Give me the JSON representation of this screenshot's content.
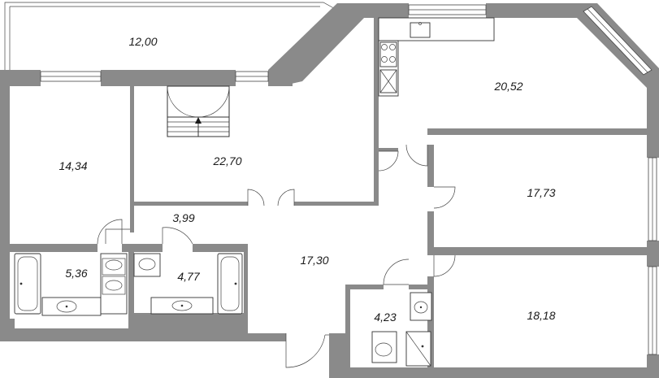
{
  "rooms": {
    "balcony": "12,00",
    "living": "22,70",
    "kitchen": "20,52",
    "bedroom_left": "14,34",
    "bedroom_right_top": "17,73",
    "bedroom_right_bottom": "18,18",
    "hall": "17,30",
    "corridor": "3,99",
    "bathroom_left": "5,36",
    "bathroom_middle": "4,77",
    "wc": "4,23"
  },
  "colors": {
    "wall": "#8a8a8a",
    "line": "#333333",
    "background": "#ffffff"
  }
}
